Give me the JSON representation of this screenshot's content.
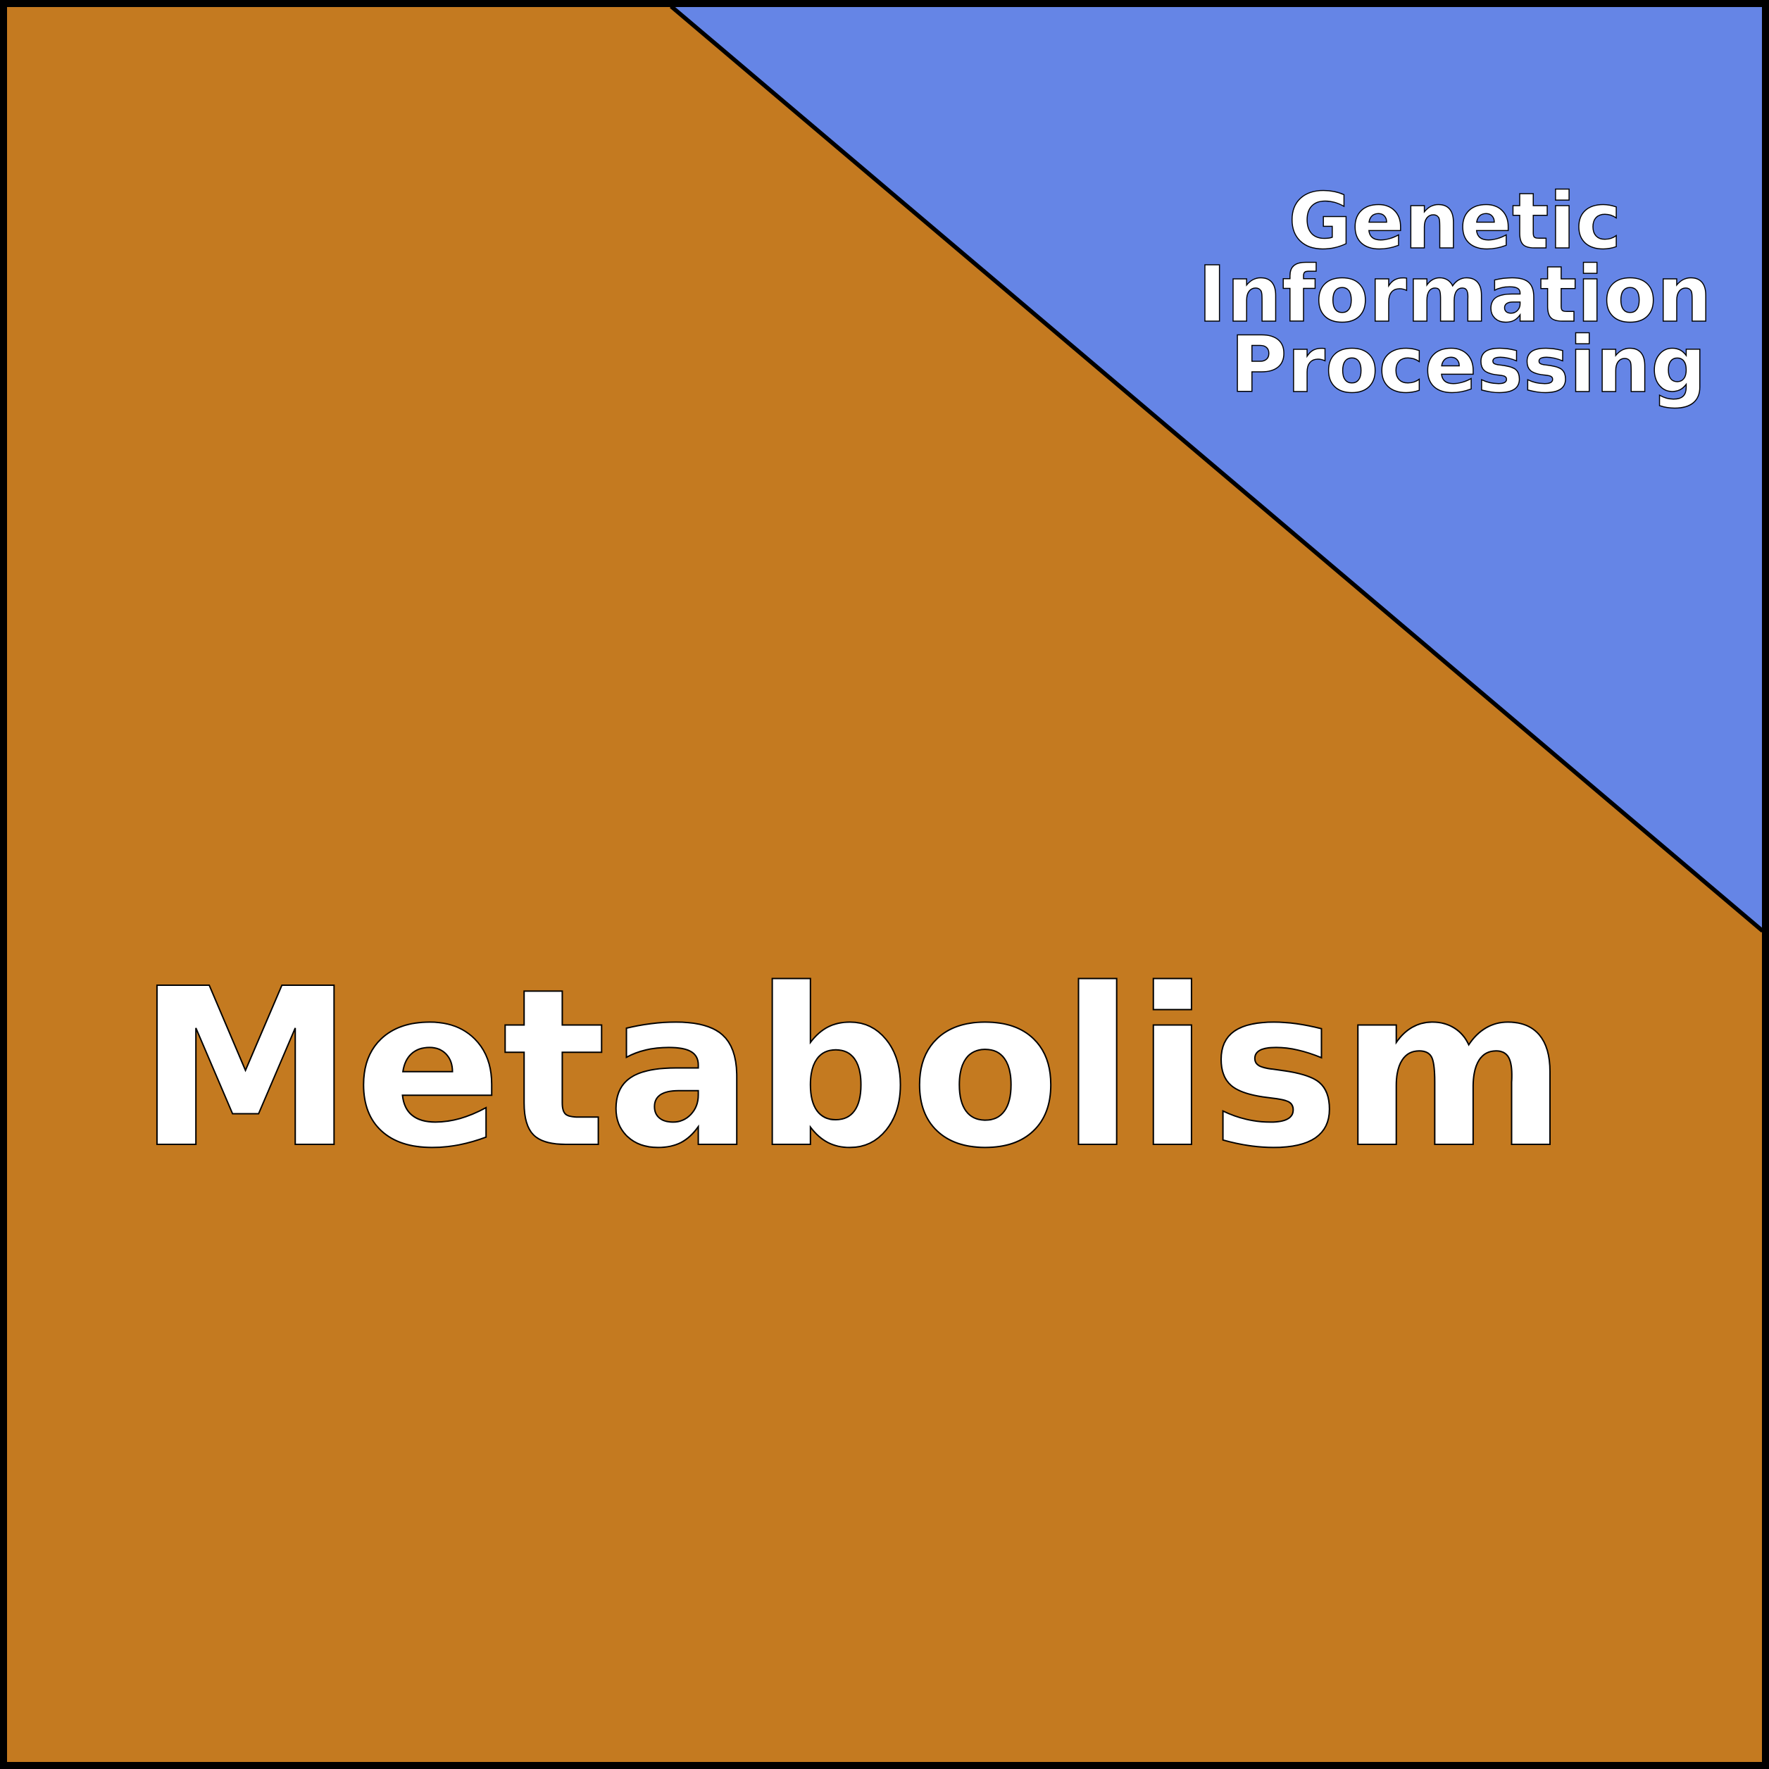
{
  "regions": [
    {
      "id": "metabolism",
      "label": "Metabolism",
      "color": "#c47a20"
    },
    {
      "id": "genetic",
      "label_lines": [
        "Genetic",
        "Information",
        "Processing"
      ],
      "color": "#6585e6"
    }
  ],
  "border_color": "#000000",
  "text_color": "#ffffff"
}
